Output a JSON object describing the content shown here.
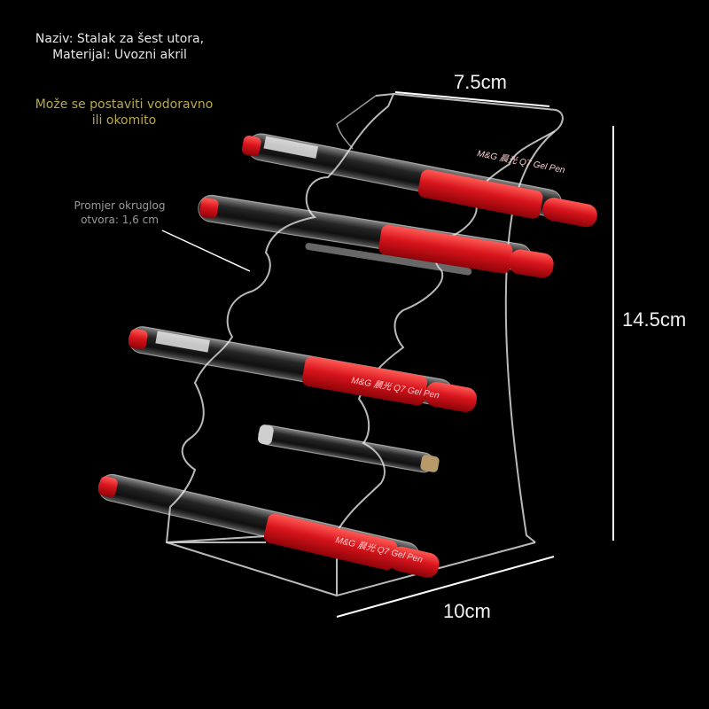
{
  "info": {
    "line1": "Naziv: Stalak za šest utora,",
    "line2": "Materijal: Uvozni akril"
  },
  "orientation": {
    "line1": "Može se postaviti vodoravno",
    "line2": "ili okomito"
  },
  "hole": {
    "line1": "Promjer okruglog",
    "line2": "otvora: 1,6 cm"
  },
  "dimensions": {
    "top": "7.5cm",
    "side": "14.5cm",
    "bottom": "10cm"
  },
  "pen_brand": "M&G 晨光",
  "pen_model": "Q7",
  "pen_type": "Gel Pen",
  "colors": {
    "background": "#000000",
    "pen_red": "#d8141c",
    "acrylic": "#d9d9d9",
    "orientation_text": "#b9a94a"
  }
}
